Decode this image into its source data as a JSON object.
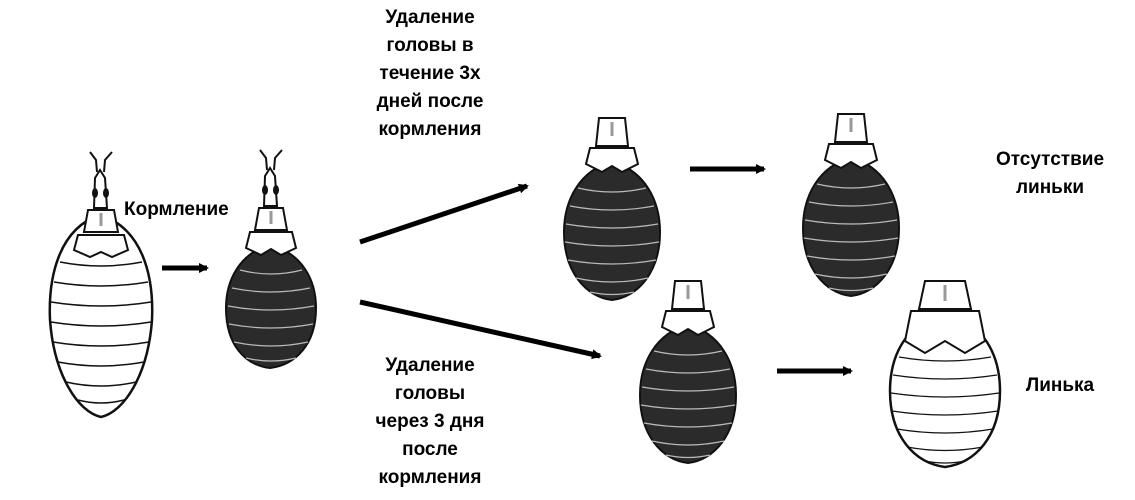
{
  "labels": {
    "feeding": "Кормление",
    "decap_early": [
      "Удаление",
      "головы в",
      "течение 3х",
      "дней после",
      "кормления"
    ],
    "decap_late": [
      "Удаление",
      "головы",
      "через 3 дня",
      "после",
      "кормления"
    ],
    "no_molt": [
      "Отсутствие",
      "линьки"
    ],
    "molt": "Линька"
  },
  "colors": {
    "engorged": "#2b2b2b",
    "unfed": "#ffffff",
    "outline": "#111111",
    "arrow": "#000000"
  },
  "figures": [
    {
      "name": "bug-unfed",
      "state": "unfed-with-proboscis"
    },
    {
      "name": "bug-fed",
      "state": "engorged-with-proboscis"
    },
    {
      "name": "bug-decapitated-early",
      "state": "engorged-headless"
    },
    {
      "name": "bug-no-molt",
      "state": "engorged-headless"
    },
    {
      "name": "bug-decapitated-late",
      "state": "engorged-headless"
    },
    {
      "name": "bug-molted",
      "state": "molted-headless"
    }
  ]
}
